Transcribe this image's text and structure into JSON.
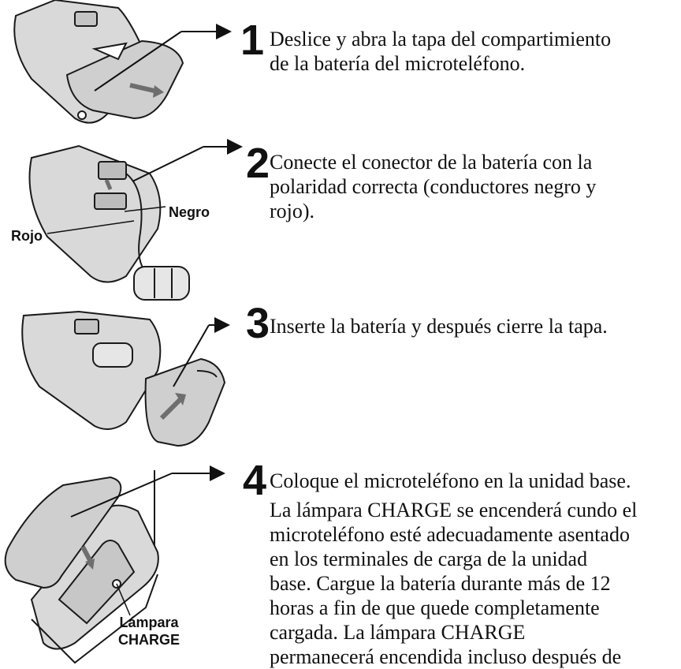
{
  "steps": [
    {
      "number": "1",
      "lines": [
        "Deslice y abra la tapa del compartimiento",
        "de la batería del microteléfono."
      ]
    },
    {
      "number": "2",
      "lines": [
        "Conecte el conector de la batería con la",
        "polaridad correcta (conductores negro y",
        "rojo)."
      ]
    },
    {
      "number": "3",
      "lines": [
        "Inserte la batería y después cierre la tapa."
      ]
    },
    {
      "number": "4",
      "lines": [
        "Coloque el microteléfono en la unidad base."
      ],
      "note_lines": [
        "La lámpara CHARGE se encenderá cundo el",
        "microteléfono esté adecuadamente asentado",
        "en los terminales de carga de la unidad",
        "base.  Cargue la batería durante más de 12",
        "horas a fin de que quede completamente",
        "cargada.  La lámpara CHARGE",
        "permanecerá encendida incluso después de"
      ]
    }
  ],
  "labels": {
    "negro": "Negro",
    "rojo": "Rojo",
    "lampara_line1": "Lámpara",
    "lampara_line2": "CHARGE"
  },
  "colors": {
    "device_fill": "#d9d9d9",
    "device_dark": "#9a9a9a",
    "outline": "#1a1a1a",
    "arrow": "#6e6e6e"
  }
}
